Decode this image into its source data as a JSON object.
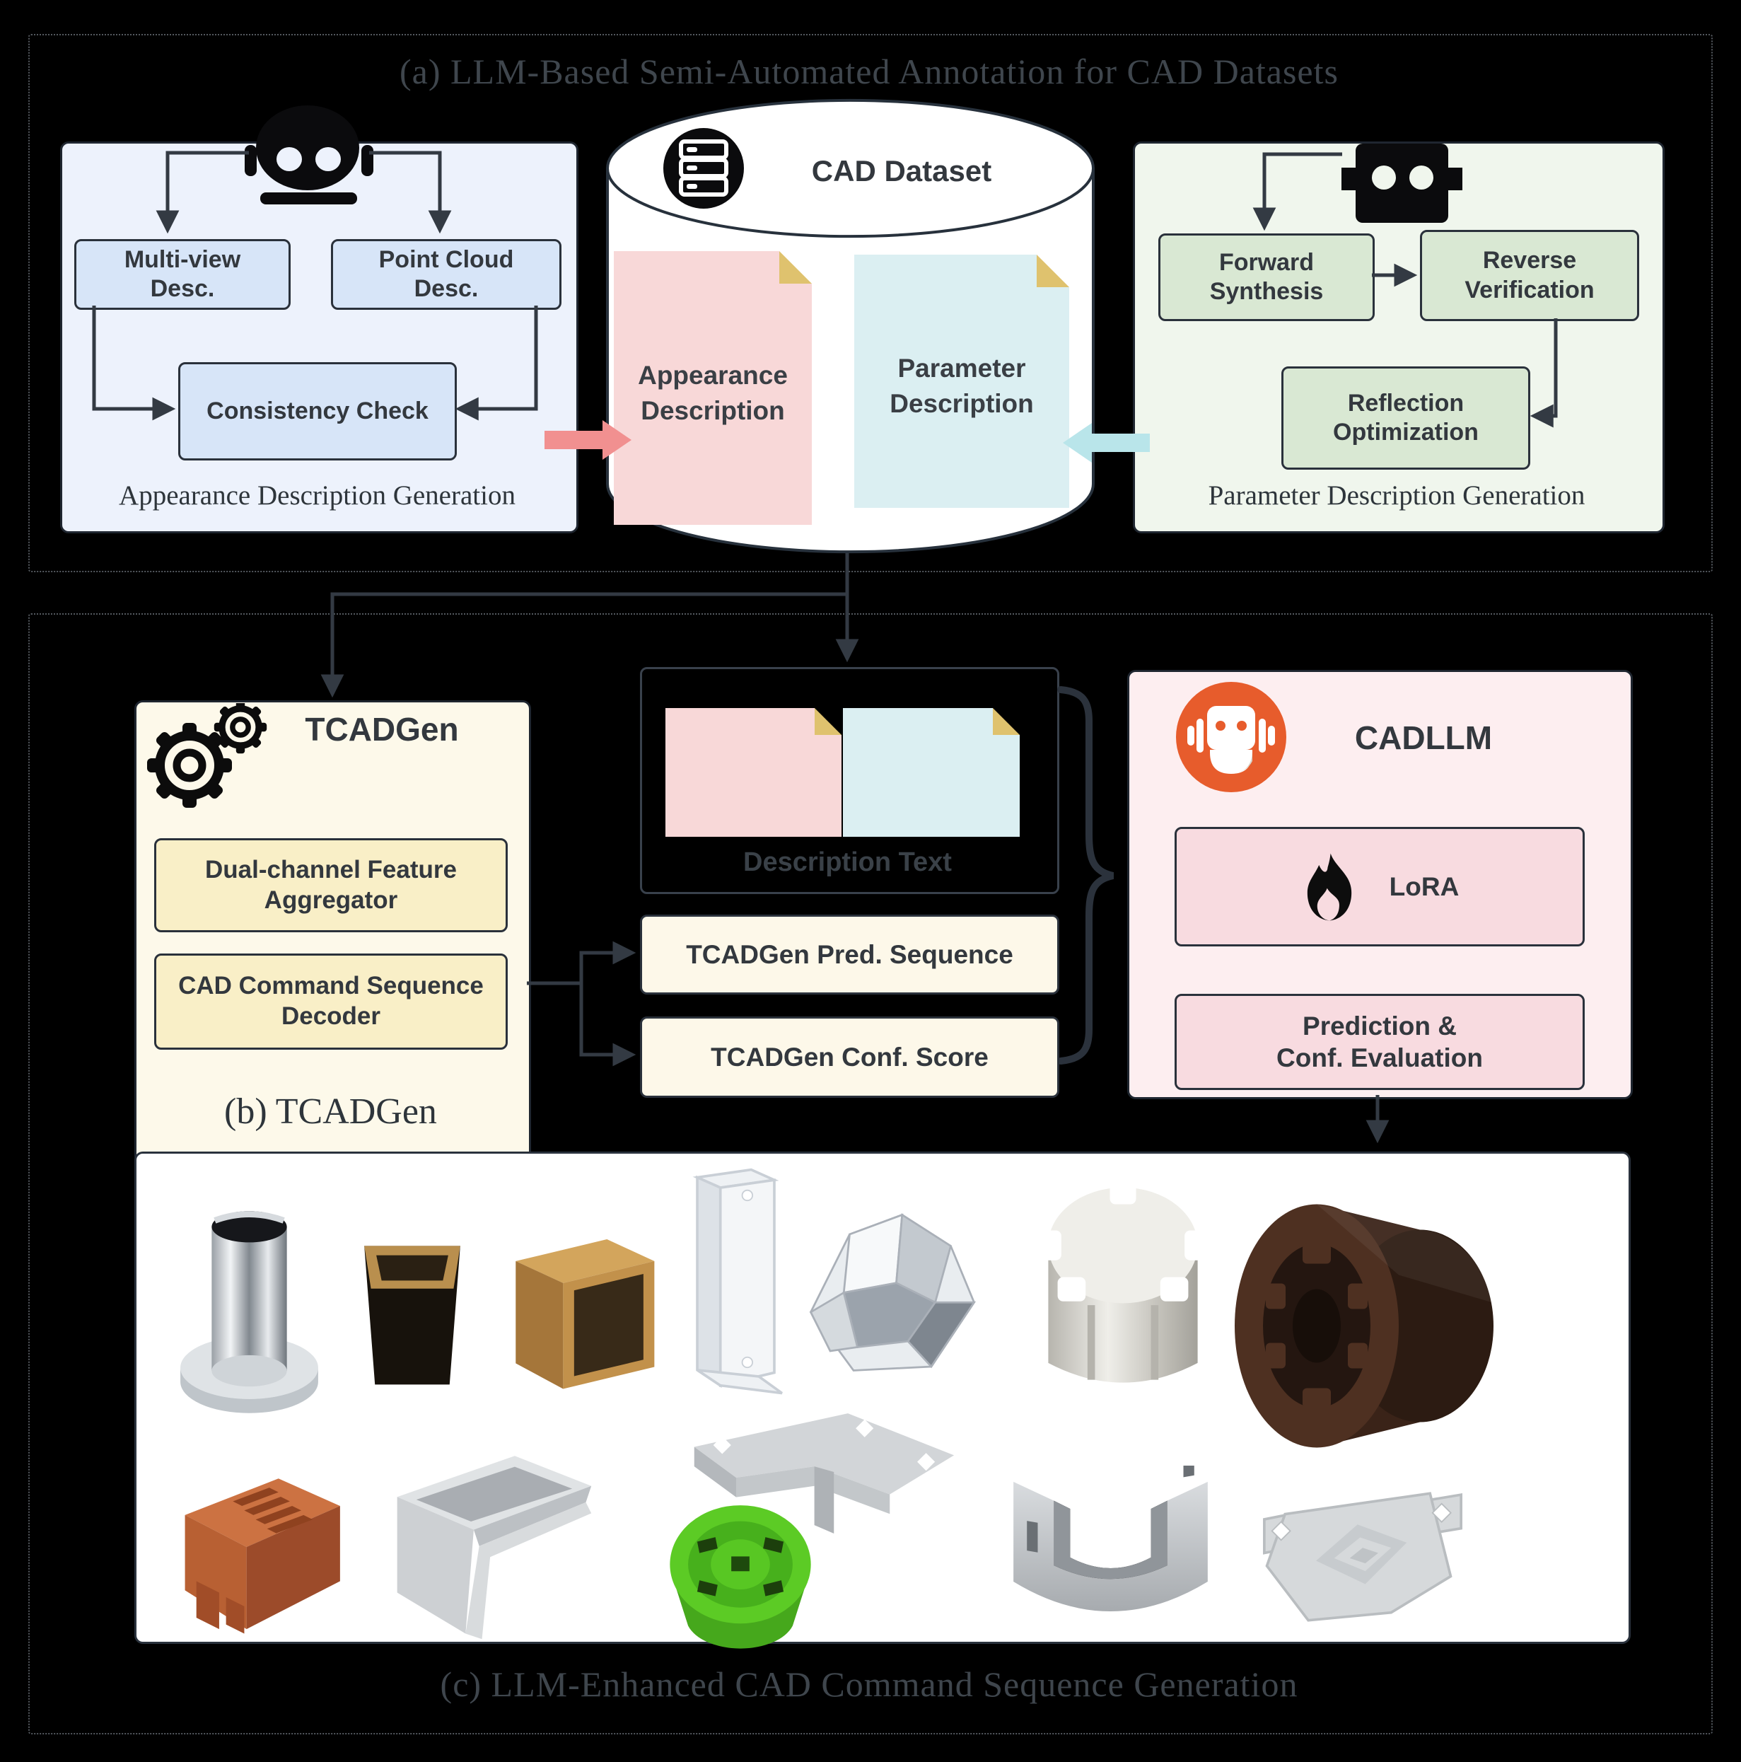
{
  "section_a": {
    "title": "(a) LLM-Based Semi-Automated Annotation for CAD Datasets",
    "appearance_gen": {
      "multiview": "Multi-view\nDesc.",
      "pointcloud": "Point Cloud\nDesc.",
      "consistency": "Consistency Check",
      "label": "Appearance Description Generation"
    },
    "dataset": {
      "title": "CAD Dataset",
      "appearance_doc": "Appearance\nDescription",
      "parameter_doc": "Parameter\nDescription"
    },
    "parameter_gen": {
      "forward": "Forward\nSynthesis",
      "reverse": "Reverse\nVerification",
      "reflection": "Reflection\nOptimization",
      "label": "Parameter Description Generation"
    }
  },
  "section_b": {
    "tcadgen": {
      "title": "TCADGen",
      "aggregator": "Dual-channel Feature\nAggregator",
      "decoder": "CAD Command Sequence\nDecoder",
      "label": "(b) TCADGen"
    },
    "middle": {
      "description_label": "Description Text",
      "pred_box": "TCADGen Pred. Sequence",
      "conf_box": "TCADGen Conf. Score"
    },
    "cadllm": {
      "title": "CADLLM",
      "lora": "LoRA",
      "prediction": "Prediction &\nConf. Evaluation"
    }
  },
  "section_c": {
    "caption": "(c) LLM-Enhanced CAD Command Sequence Generation",
    "models": [
      {
        "name": "chrome-cylinder-part"
      },
      {
        "name": "dark-open-box-tan-rim"
      },
      {
        "name": "tan-open-box"
      },
      {
        "name": "clear-acrylic-bracket"
      },
      {
        "name": "crystal-faceted-gear"
      },
      {
        "name": "silver-gear-cylinder"
      },
      {
        "name": "brown-splined-cylinder"
      },
      {
        "name": "copper-brick-ladder"
      },
      {
        "name": "sheet-metal-shell"
      },
      {
        "name": "green-knob-wheel"
      },
      {
        "name": "gray-corner-bracket"
      },
      {
        "name": "gray-u-clamp"
      },
      {
        "name": "gray-diamond-plate"
      }
    ]
  },
  "colors": {
    "pink_arrow": "#f19090",
    "cyan_arrow": "#b9e5ea",
    "connector": "#333a43",
    "doc_pink": "#f8d8d8",
    "doc_cyan": "#dbeff2",
    "fold_tan": "#dfc26e",
    "cadllm_orange": "#e75c2c",
    "panel_blue": "#edf2fc",
    "panel_green": "#f0f6ed",
    "panel_cream": "#fdf9ea",
    "panel_pink": "#fdeef0"
  }
}
